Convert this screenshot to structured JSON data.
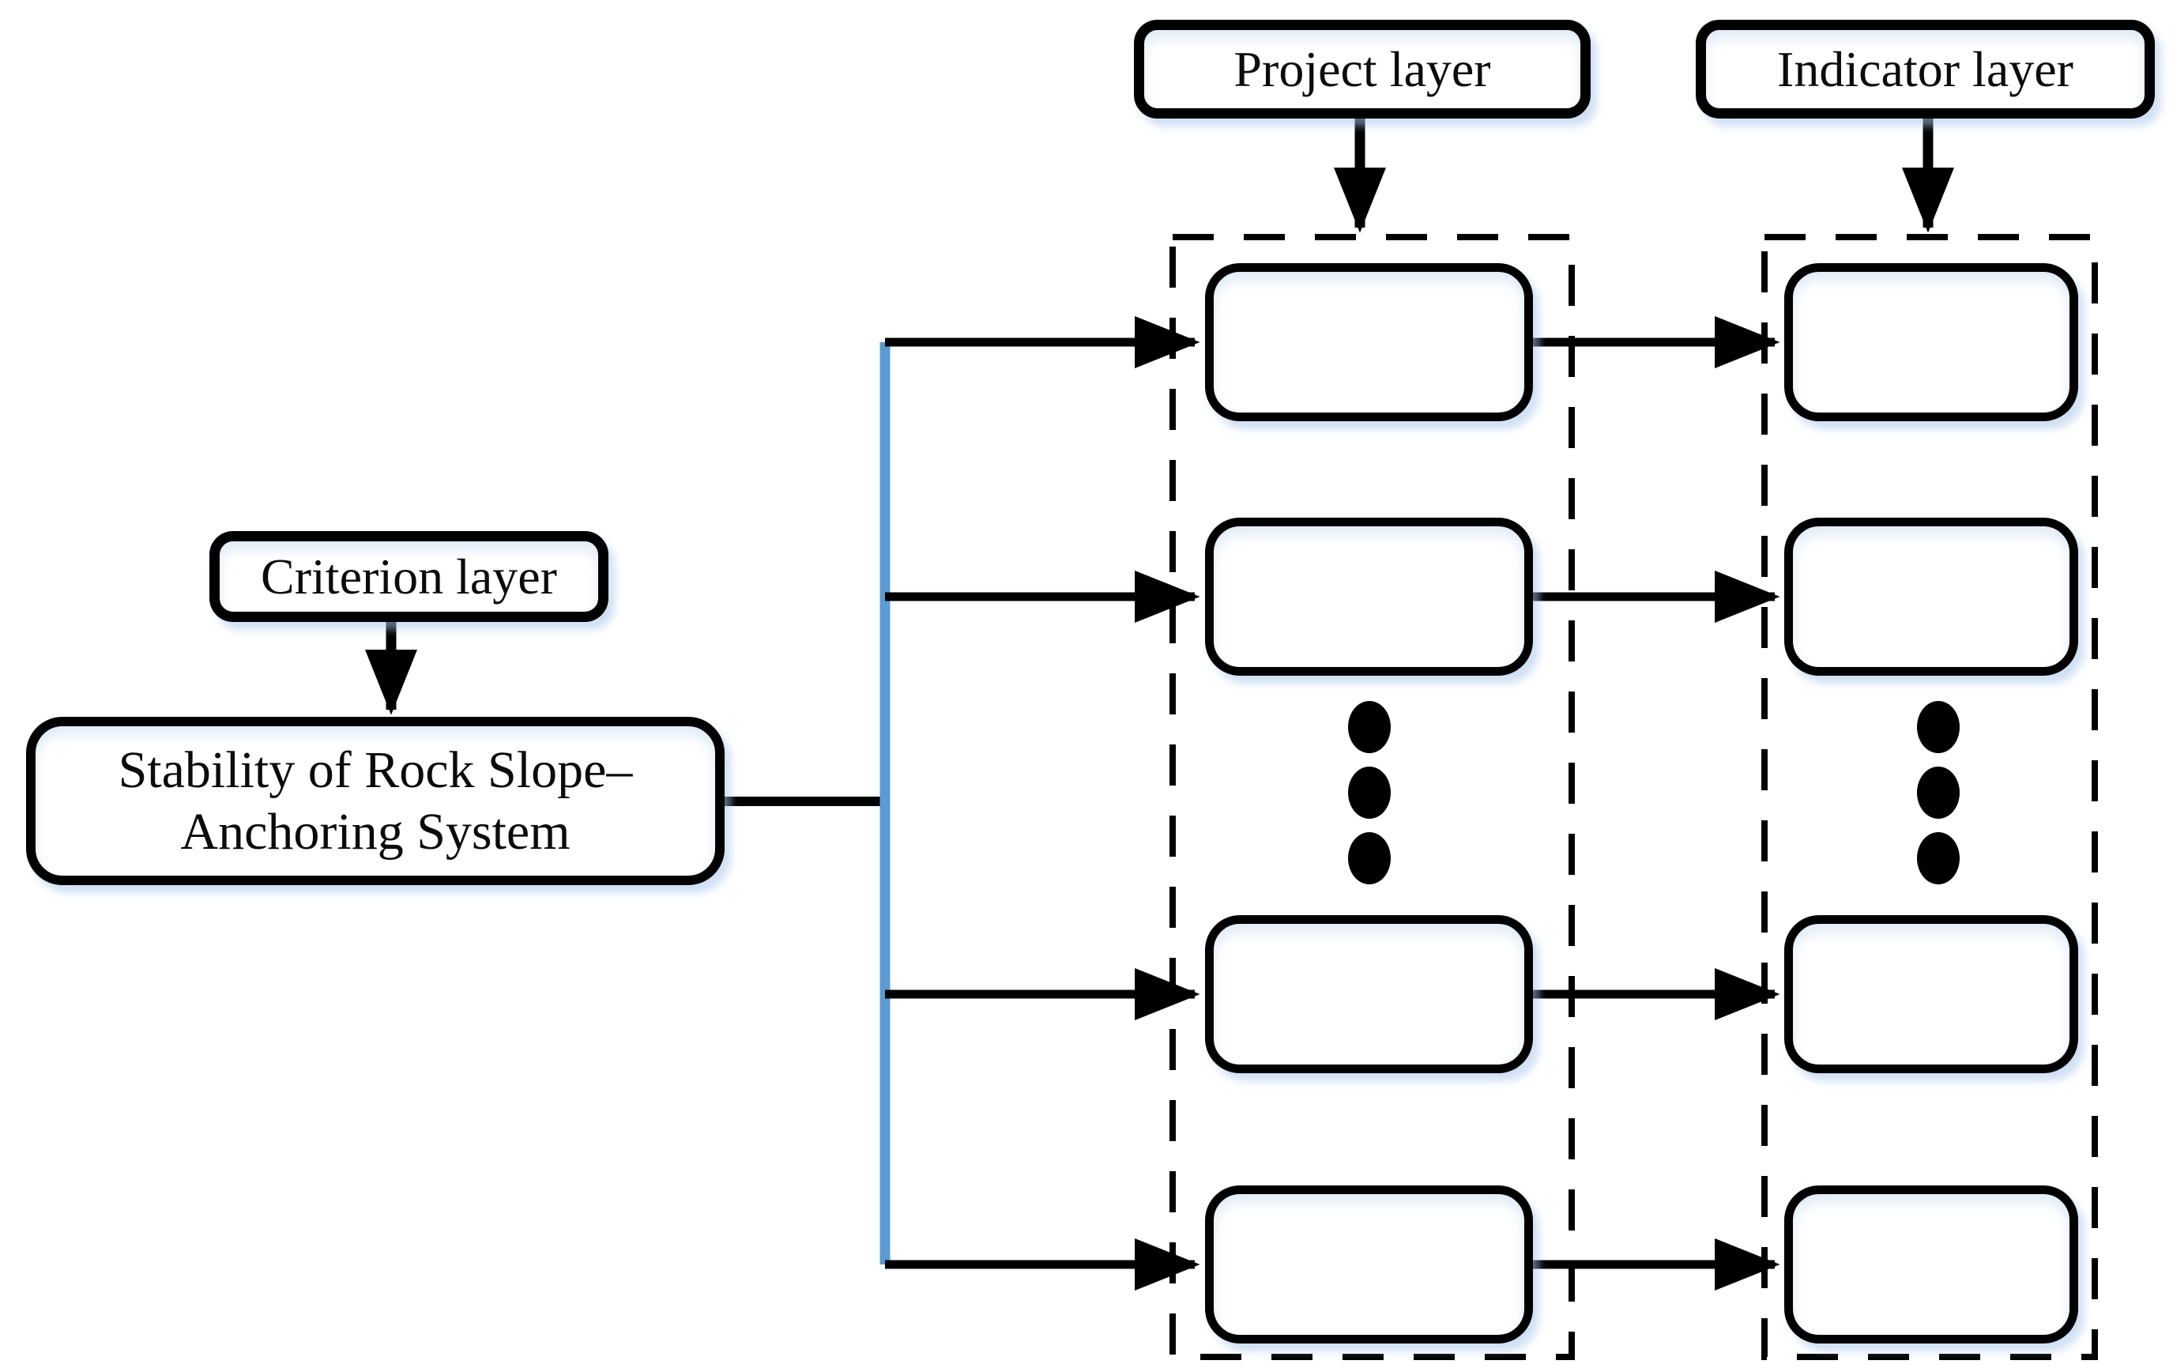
{
  "diagram": {
    "labels": {
      "criterion": "Criterion layer",
      "project": "Project layer",
      "indicator": "Indicator layer"
    },
    "criterion_node": {
      "line1": "Stability of Rock Slope–",
      "line2": "Anchoring System"
    },
    "structure": {
      "project_box_count": 4,
      "indicator_box_count": 4,
      "ellipsis_dots_per_column": 3,
      "project_boxes_empty": true,
      "indicator_boxes_empty": true
    },
    "colors": {
      "stroke": "#000000",
      "branch_line": "#5b9bd5",
      "shadow_glow": "#aac6eb"
    }
  }
}
